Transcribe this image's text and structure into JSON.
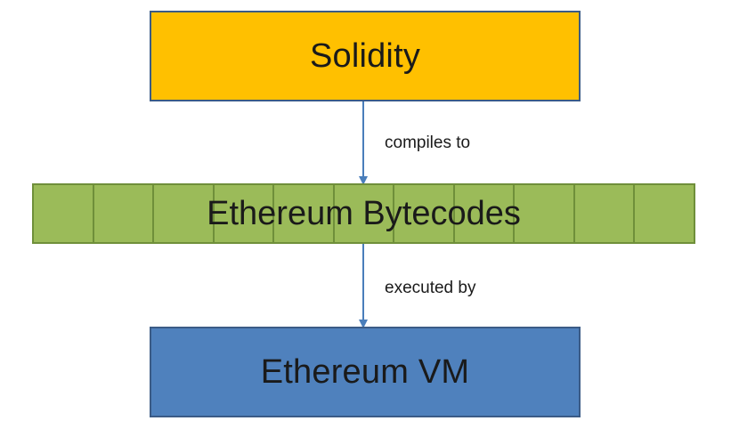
{
  "nodes": {
    "solidity": {
      "label": "Solidity",
      "color": "#ffc000"
    },
    "bytecodes": {
      "label": "Ethereum Bytecodes",
      "color": "#9bbb59",
      "cell_count": 11
    },
    "vm": {
      "label": "Ethereum VM",
      "color": "#4f81bd"
    }
  },
  "edges": {
    "compile": {
      "from": "solidity",
      "to": "bytecodes",
      "label": "compiles to"
    },
    "execute": {
      "from": "bytecodes",
      "to": "vm",
      "label": "executed by"
    }
  },
  "arrow_color": "#4a7ebb"
}
